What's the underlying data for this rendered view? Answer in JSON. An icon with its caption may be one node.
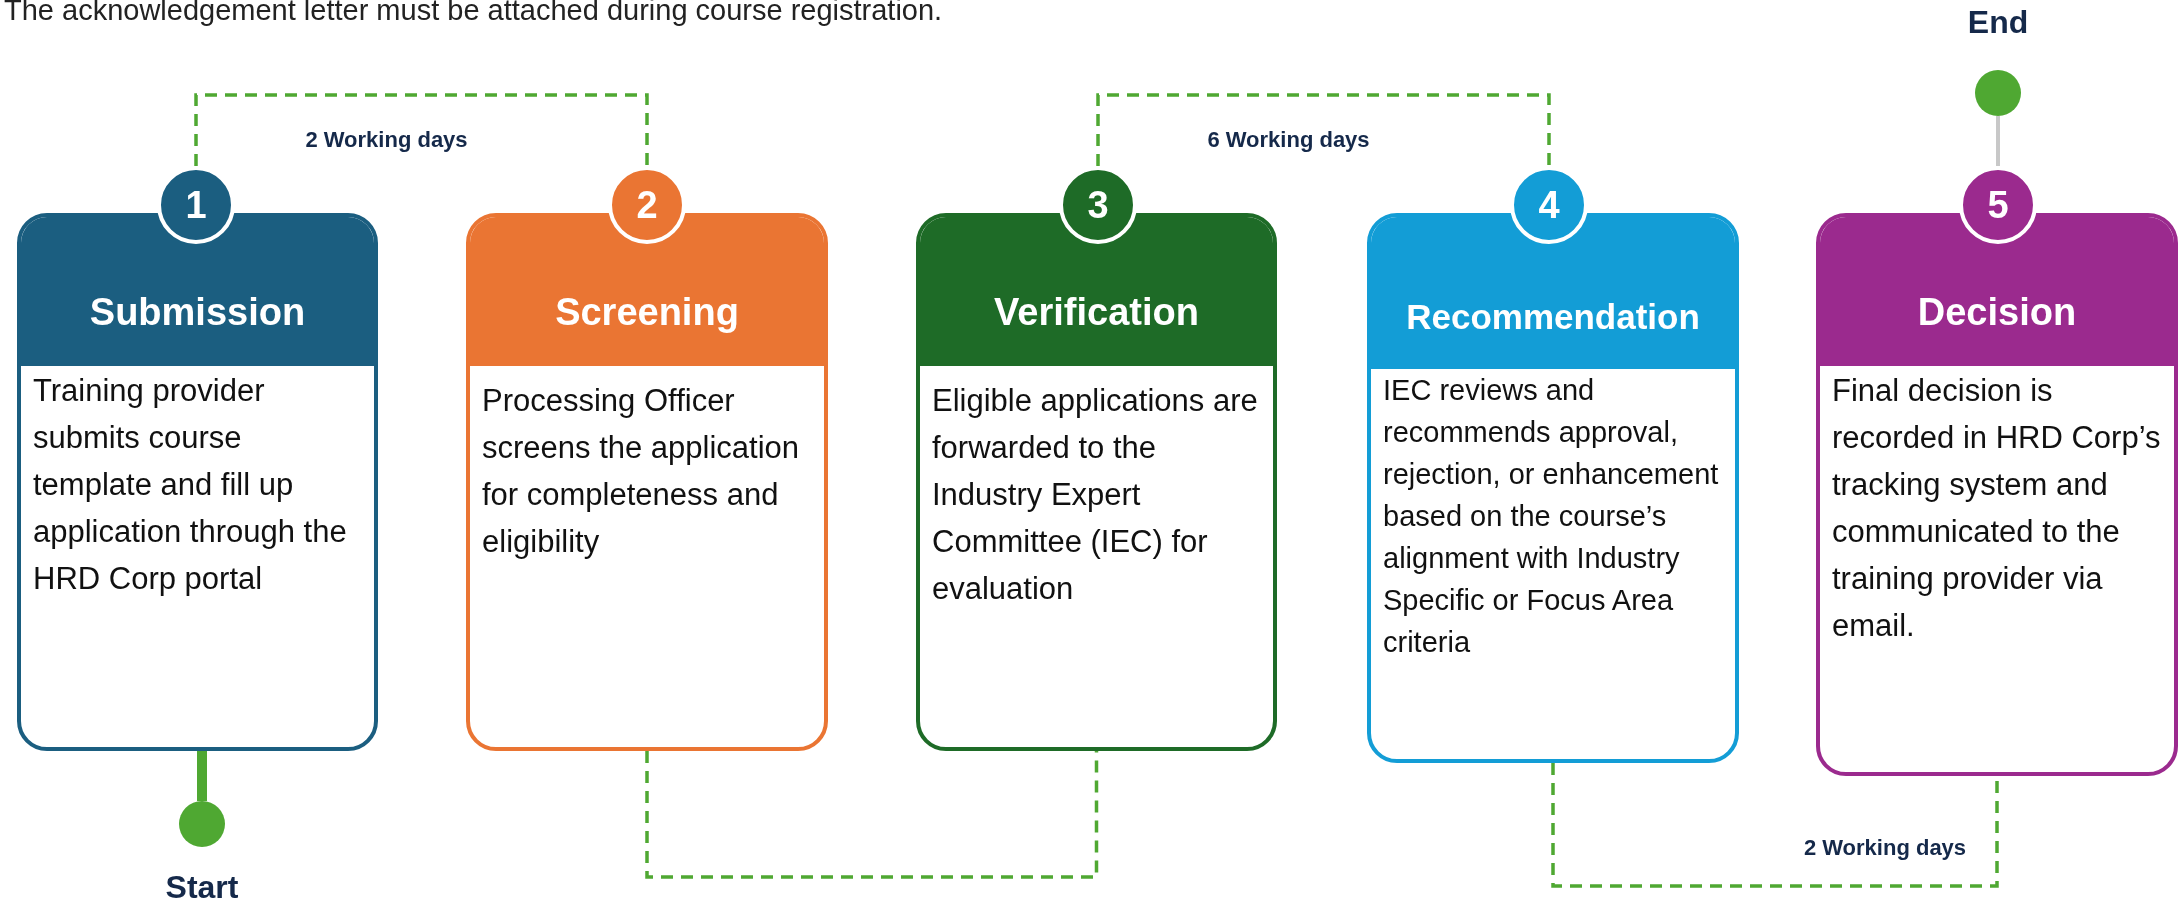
{
  "diagram": {
    "nodes": [
      {
        "text": [
          "1"
        ]
      },
      {
        "text": [
          "Submission",
          "Training provider submits course template and fill up application through the HRD Corp portal"
        ]
      },
      {
        "text": [
          "2"
        ]
      },
      {
        "text": [
          "Screening",
          "Processing Officer screens the application for completeness and eligibility"
        ]
      },
      {
        "text": [
          "3"
        ]
      },
      {
        "text": [
          "Verification",
          "Eligible applications are forwarded to the Industry Expert Committee (IEC) for evaluation"
        ]
      },
      {
        "text": [
          "4"
        ]
      },
      {
        "text": [
          "Recommendation",
          "IEC reviews and recommends approval, rejection, or enhancement based on the course’s alignment with Industry Specific or Focus Area criteria"
        ]
      },
      {
        "text": [
          "5"
        ]
      },
      {
        "text": [
          "Decision",
          "Final decision is recorded in HRD Corp’s tracking system and communicated to the training provider via email."
        ]
      },
      {
        "text": [
          "Start"
        ]
      },
      {
        "text": [
          "End"
        ]
      }
    ],
    "edges": [
      {
        "from": 0,
        "to": 2,
        "arrow": "none",
        "style": "dashed",
        "label": "2 Working days"
      },
      {
        "from": 3,
        "to": 5,
        "arrow": "none",
        "style": "dashed"
      },
      {
        "from": 4,
        "to": 6,
        "arrow": "none",
        "style": "dashed",
        "label": "6 Working days"
      },
      {
        "from": 7,
        "to": 9,
        "arrow": "none",
        "style": "dashed",
        "label": "2 Working days"
      },
      {
        "from": 1,
        "to": 10,
        "arrow": "none",
        "style": "thick"
      },
      {
        "from": 8,
        "to": 11,
        "arrow": "none",
        "color": "#c8c8c8"
      }
    ],
    "labels": [
      "The acknowledgement letter must be attached during course registration."
    ]
  }
}
